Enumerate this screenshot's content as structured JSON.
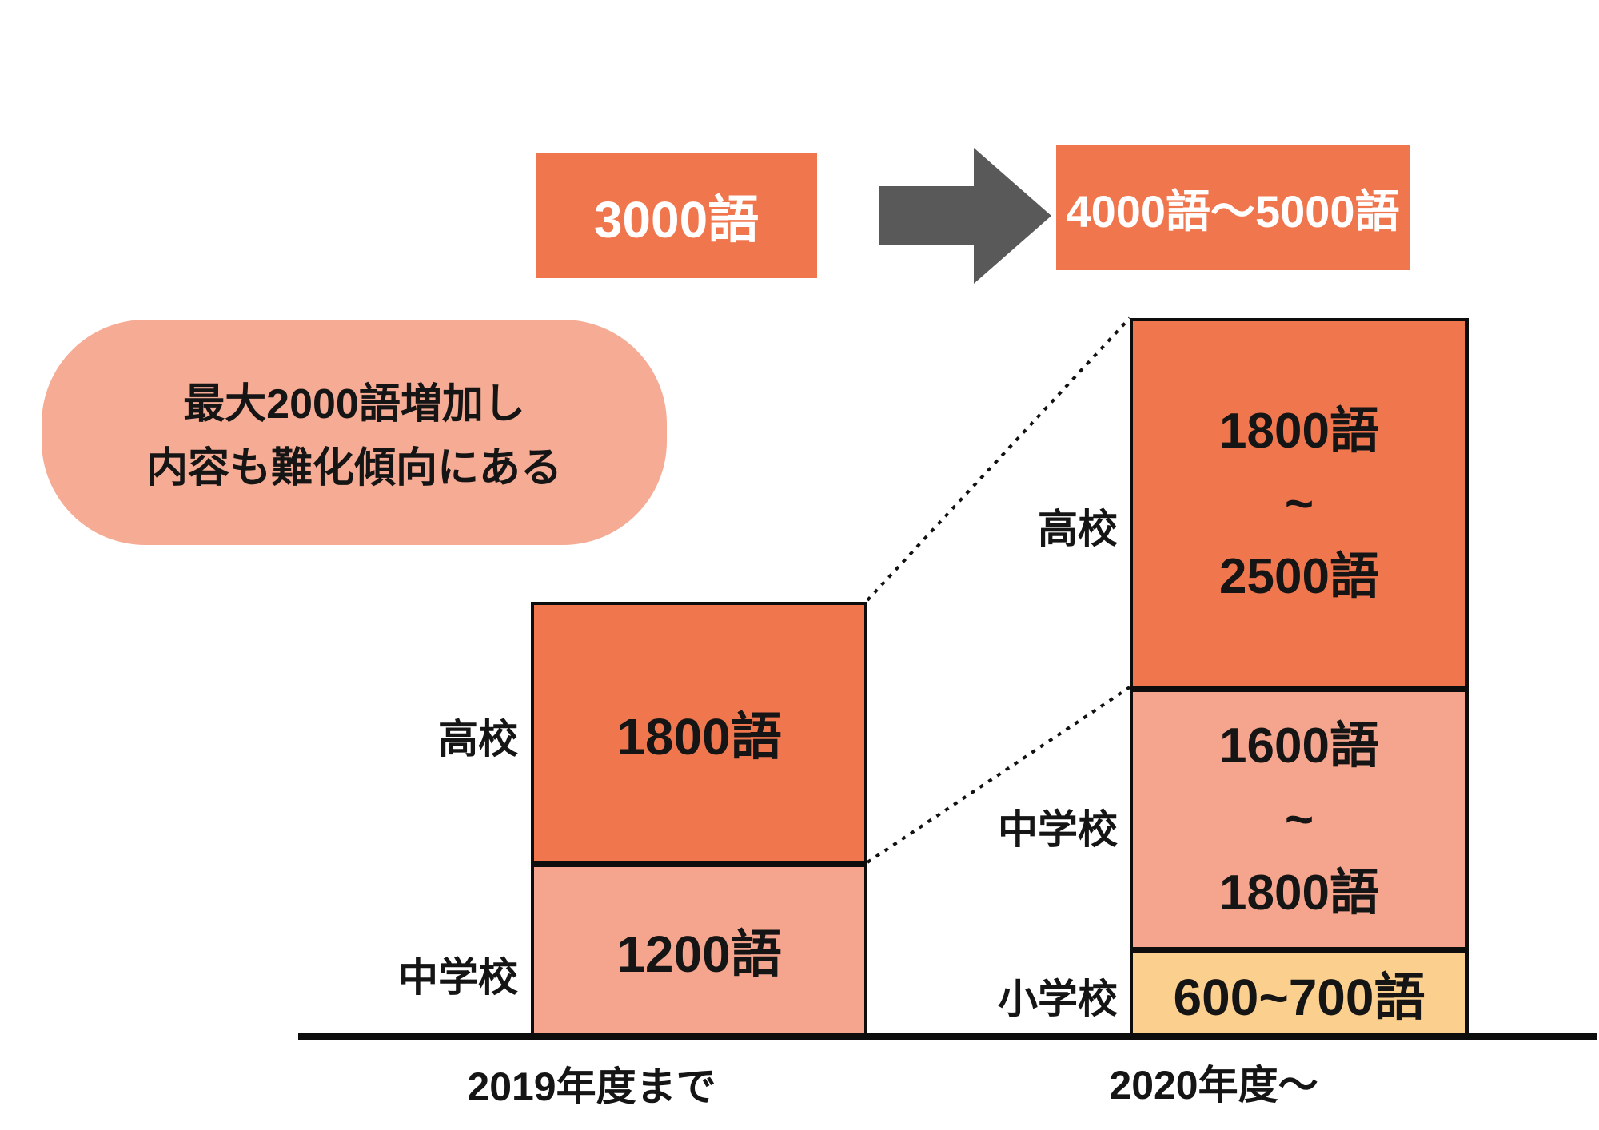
{
  "colors": {
    "orange": "#F0764E",
    "salmon": "#F5A58D",
    "callout_salmon": "#F5AB94",
    "yellow": "#FBCF8E",
    "arrow_gray": "#595959",
    "ink": "#111111"
  },
  "header": {
    "before_label": "3000語",
    "after_label": "4000語〜5000語"
  },
  "callout": {
    "line1": "最大2000語増加し",
    "line2": "内容も難化傾向にある"
  },
  "left_chart": {
    "axis_label": "2019年度まで",
    "segments": {
      "highschool": {
        "school": "高校",
        "value": "1800語"
      },
      "juniorhigh": {
        "school": "中学校",
        "value": "1200語"
      }
    }
  },
  "right_chart": {
    "axis_label": "2020年度〜",
    "segments": {
      "highschool": {
        "school": "高校",
        "line1": "1800語",
        "line2": "~",
        "line3": "2500語"
      },
      "juniorhigh": {
        "school": "中学校",
        "line1": "1600語",
        "line2": "~",
        "line3": "1800語"
      },
      "elementary": {
        "school": "小学校",
        "value": "600~700語"
      }
    }
  },
  "chart_data": {
    "type": "bar",
    "subtype": "stacked",
    "unit": "語 (words)",
    "categories": [
      "2019年度まで",
      "2020年度〜"
    ],
    "series": [
      {
        "name": "小学校",
        "values_min": [
          0,
          600
        ],
        "values_max": [
          0,
          700
        ],
        "labels": [
          "",
          "600~700語"
        ],
        "color": "#FBCF8E"
      },
      {
        "name": "中学校",
        "values_min": [
          1200,
          1600
        ],
        "values_max": [
          1200,
          1800
        ],
        "labels": [
          "1200語",
          "1600語~1800語"
        ],
        "color": "#F5A58D"
      },
      {
        "name": "高校",
        "values_min": [
          1800,
          1800
        ],
        "values_max": [
          1800,
          2500
        ],
        "labels": [
          "1800語",
          "1800語~2500語"
        ],
        "color": "#F0764E"
      }
    ],
    "totals_before": "3000語",
    "totals_after": "4000語〜5000語",
    "annotation": "最大2000語増加し 内容も難化傾向にある",
    "grid": false,
    "legend_position": "none",
    "connectors": "dotted lines link tops of 2019 segments to 2020 segments"
  }
}
